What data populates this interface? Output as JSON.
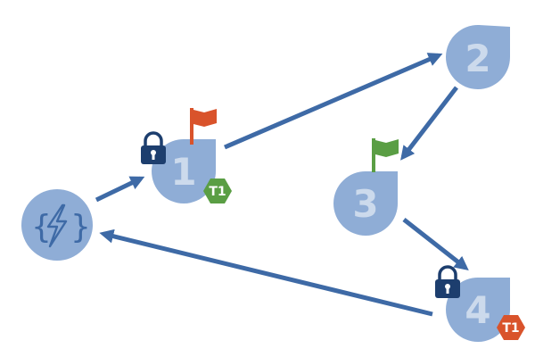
{
  "colors": {
    "node": "#8fadd6",
    "arrow": "#3e6aa6",
    "flag_red": "#d9532b",
    "flag_green": "#5a9e44",
    "lock": "#1d3e6e",
    "badge_green": "#5a9e44",
    "badge_red": "#d9532b"
  },
  "icons": {
    "start": "braces-lightning-icon",
    "lock": "lock-icon",
    "flag": "flag-icon",
    "badge": "hexagon-badge-icon"
  },
  "start_node": {
    "left_brace": "{",
    "right_brace": "}"
  },
  "nodes": [
    {
      "id": "1",
      "label": "1",
      "flag": "red",
      "locked": true,
      "badge": {
        "text": "T1",
        "color": "green"
      }
    },
    {
      "id": "2",
      "label": "2",
      "flag": null,
      "locked": false,
      "badge": null
    },
    {
      "id": "3",
      "label": "3",
      "flag": "green",
      "locked": false,
      "badge": null
    },
    {
      "id": "4",
      "label": "4",
      "flag": null,
      "locked": true,
      "badge": {
        "text": "T1",
        "color": "red"
      }
    }
  ],
  "edges": [
    {
      "from": "start",
      "to": "1"
    },
    {
      "from": "1",
      "to": "2"
    },
    {
      "from": "2",
      "to": "3"
    },
    {
      "from": "3",
      "to": "4"
    },
    {
      "from": "4",
      "to": "start"
    }
  ]
}
